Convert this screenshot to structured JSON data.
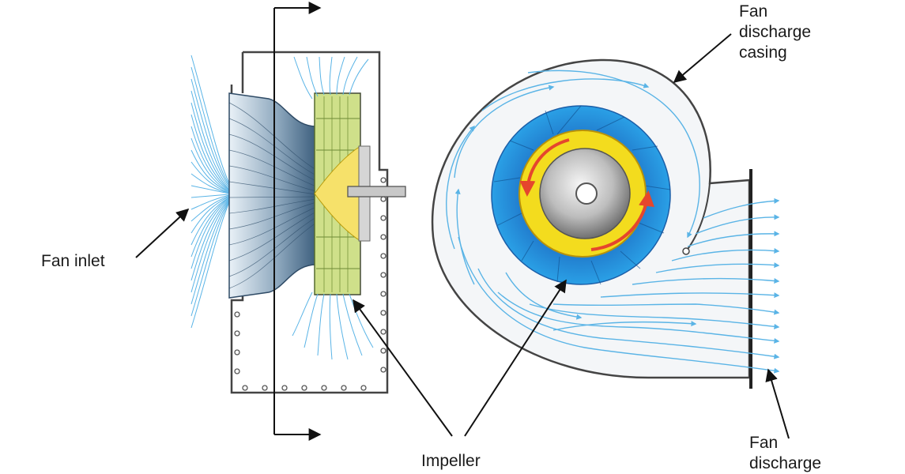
{
  "labels": {
    "fan_inlet": "Fan inlet",
    "fan_discharge_casing": [
      "Fan",
      "discharge",
      "casing"
    ],
    "impeller": "Impeller",
    "fan_discharge": [
      "Fan",
      "discharge"
    ]
  },
  "colors": {
    "airflow": "#5ab4e6",
    "impeller_blue": "#1e88d6",
    "hub_yellow": "#f3dc1e",
    "rotation_arrow": "#e5462d",
    "blade_green": "#cfe08a",
    "outline": "#333333"
  }
}
